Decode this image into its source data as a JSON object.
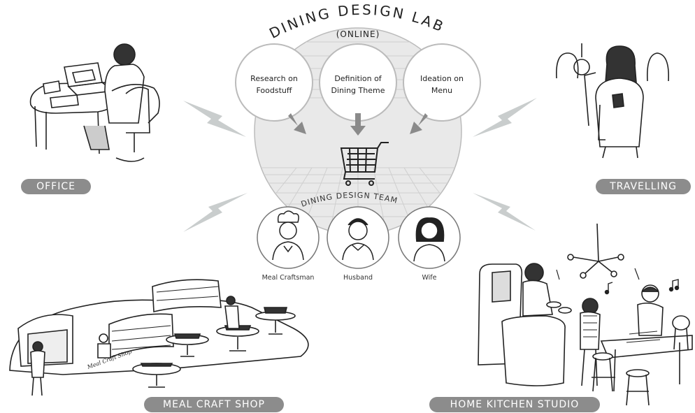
{
  "title": "DINING DESIGN LAB",
  "subtitle": "(ONLINE)",
  "team_title": "DINING DESIGN TEAM",
  "circles": [
    {
      "line1": "Research on",
      "line2": "Foodstuff"
    },
    {
      "line1": "Definition of",
      "line2": "Dining Theme"
    },
    {
      "line1": "Ideation on",
      "line2": "Menu"
    }
  ],
  "team": [
    {
      "label": "Meal Craftsman"
    },
    {
      "label": "Husband"
    },
    {
      "label": "Wife"
    }
  ],
  "locations": {
    "office": "OFFICE",
    "travelling": "TRAVELLING",
    "meal_craft_shop": "MEAL CRAFT SHOP",
    "home_kitchen_studio": "HOME KITCHEN STUDIO"
  },
  "shop_sign": "Meal Craft Shop",
  "colors": {
    "pill": "#8c8c8c",
    "arrow": "#8a8a8a",
    "bolt": "#c9cdcd",
    "globe": "#e9e9e9"
  },
  "icons": [
    "shopping-cart-icon",
    "lightning-bolt-icon",
    "down-arrow-icon",
    "music-note-icon"
  ]
}
